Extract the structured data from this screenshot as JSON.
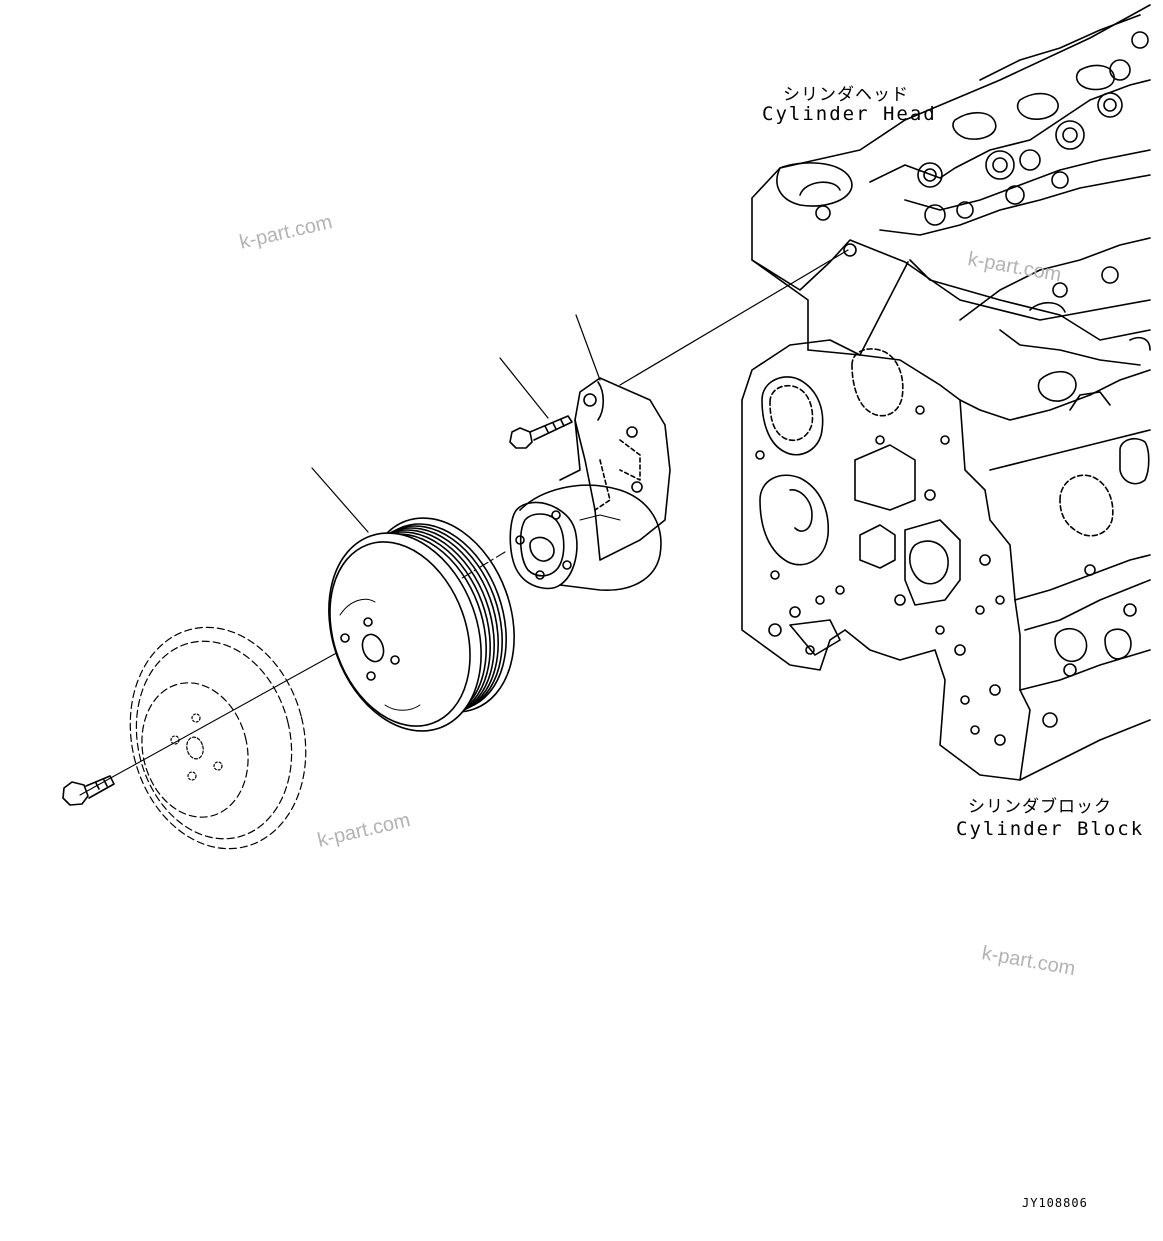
{
  "labels": {
    "cylinder_head_jp": "シリンダヘッド",
    "cylinder_head_en": "Cylinder Head",
    "cylinder_block_jp": "シリンダブロック",
    "cylinder_block_en": "Cylinder Block"
  },
  "watermarks": [
    "k-part.com",
    "k-part.com",
    "k-part.com",
    "k-part.com"
  ],
  "drawing_code": "JY108806"
}
